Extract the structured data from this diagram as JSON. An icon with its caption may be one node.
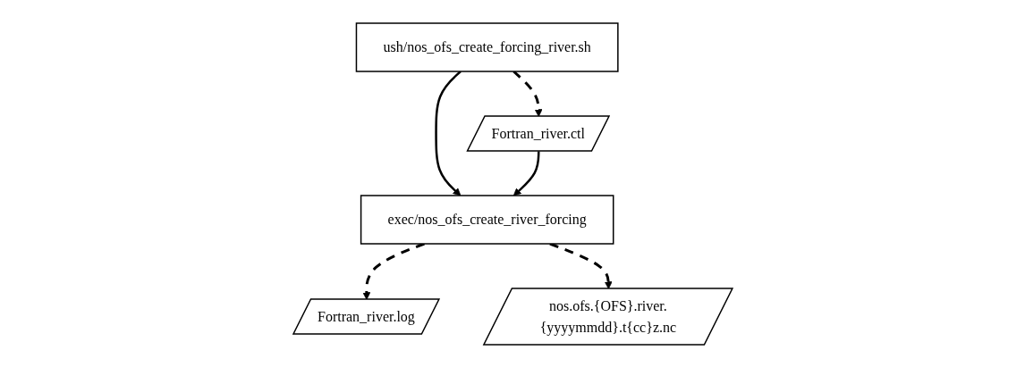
{
  "diagram": {
    "nodes": [
      {
        "text": [
          "ush/nos_ofs_create_forcing_river.sh"
        ]
      },
      {
        "text": [
          "Fortran_river.ctl"
        ]
      },
      {
        "text": [
          "exec/nos_ofs_create_river_forcing"
        ]
      },
      {
        "text": [
          "Fortran_river.log"
        ]
      },
      {
        "text": [
          "nos.ofs.{OFS}.river.{yyyymmdd}.t{cc}z.nc"
        ]
      }
    ],
    "edges": [
      {
        "from": 0,
        "to": 1,
        "arrow": "to",
        "style": "dashed"
      },
      {
        "from": 0,
        "to": 2,
        "arrow": "to"
      },
      {
        "from": 1,
        "to": 2,
        "arrow": "to"
      },
      {
        "from": 2,
        "to": 3,
        "arrow": "to",
        "style": "dashed"
      },
      {
        "from": 2,
        "to": 4,
        "arrow": "to",
        "style": "dashed"
      }
    ]
  }
}
